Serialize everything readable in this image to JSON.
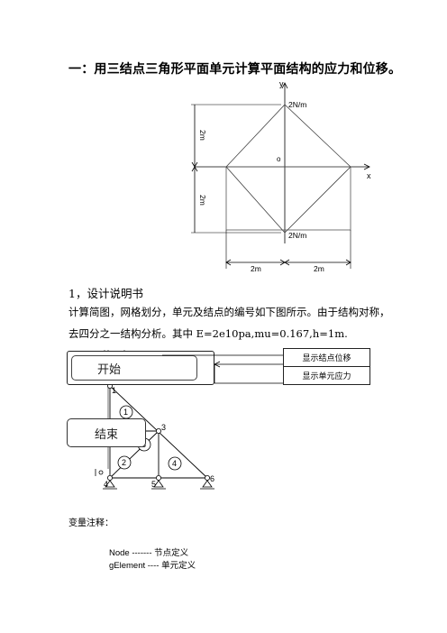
{
  "heading": "一：用三结点三角形平面单元计算平面结构的应力和位移。",
  "fig1": {
    "axis_y": "y",
    "axis_x": "x",
    "origin": "o",
    "load_top": "2N/m",
    "load_bottom": "2N/m",
    "dim_upper": "2m",
    "dim_lower": "2m",
    "dim_left": "2m",
    "dim_right": "2m"
  },
  "section_title": "1，设计说明书",
  "desc_line1": "计算简图，网格划分，单元及结点的编号如下图所示。由于结构对称，",
  "desc_line2": "去四分之一结构分析。其中 E=2e10pa,mu=0.167,h=1m.",
  "fig2": {
    "start_button": "开始",
    "end_button": "结束",
    "show_disp_button": "显示结点位移",
    "show_stress_button": "显示单元应力",
    "elements": [
      "1",
      "2",
      "3",
      "4"
    ],
    "nodes": [
      "1",
      "3",
      "4",
      "5",
      "6"
    ]
  },
  "var_heading": "变量注释：",
  "vars": [
    {
      "text": "Node -------  节点定义"
    },
    {
      "text": "gElement ----  单元定义"
    }
  ]
}
